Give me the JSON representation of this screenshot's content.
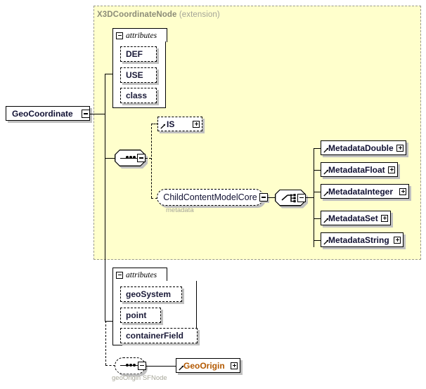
{
  "diagram": {
    "type": "xml-schema-element-diagram",
    "root_element": {
      "name": "GeoCoordinate",
      "collapse_icon": "minus-icon"
    },
    "extension_region": {
      "base_type": "X3DCoordinateNode",
      "kind_label": "(extension)",
      "background_color": "#ffffcc",
      "border_color": "#9a9a8a"
    },
    "inherited_attribute_group": {
      "header_label": "attributes",
      "collapse_icon": "minus-icon",
      "attributes": [
        {
          "name": "DEF"
        },
        {
          "name": "USE"
        },
        {
          "name": "class"
        }
      ]
    },
    "inherited_content": {
      "compositor": "sequence",
      "compositor_icon": "sequence-icon",
      "children": [
        {
          "name": "IS",
          "style": "dashed",
          "expand_icon": "plus-icon",
          "reference_icon": "ref-arrow-icon"
        },
        {
          "name": "ChildContentModelCore",
          "style": "rounded-dashed-group",
          "caption": "metadata",
          "collapse_icon": "minus-icon",
          "compositor": "choice",
          "compositor_icon": "choice-icon",
          "options": [
            {
              "name": "MetadataDouble",
              "expand_icon": "plus-icon",
              "reference_icon": "ref-arrow-icon"
            },
            {
              "name": "MetadataFloat",
              "expand_icon": "plus-icon",
              "reference_icon": "ref-arrow-icon"
            },
            {
              "name": "MetadataInteger",
              "expand_icon": "plus-icon",
              "reference_icon": "ref-arrow-icon"
            },
            {
              "name": "MetadataSet",
              "expand_icon": "plus-icon",
              "reference_icon": "ref-arrow-icon"
            },
            {
              "name": "MetadataString",
              "expand_icon": "plus-icon",
              "reference_icon": "ref-arrow-icon"
            }
          ]
        }
      ]
    },
    "own_attribute_group": {
      "header_label": "attributes",
      "collapse_icon": "minus-icon",
      "attributes": [
        {
          "name": "geoSystem"
        },
        {
          "name": "point"
        },
        {
          "name": "containerField"
        }
      ]
    },
    "own_content": {
      "compositor": "sequence",
      "compositor_icon": "sequence-icon",
      "compositor_style": "dashed-optional",
      "caption": "geoOrigin SFNode",
      "collapse_icon": "minus-icon",
      "children": [
        {
          "name": "GeoOrigin",
          "expand_icon": "plus-icon",
          "reference_icon": "ref-arrow-icon",
          "color": "#b35900"
        }
      ]
    },
    "colors": {
      "region_fill": "#ffffcc",
      "region_border": "#9a9a8a",
      "title_text": "#8c8c78",
      "caption_text": "#a8a89a",
      "element_text": "#111133",
      "reference_text": "#b35900",
      "shadow": "#c0c0c0"
    }
  }
}
